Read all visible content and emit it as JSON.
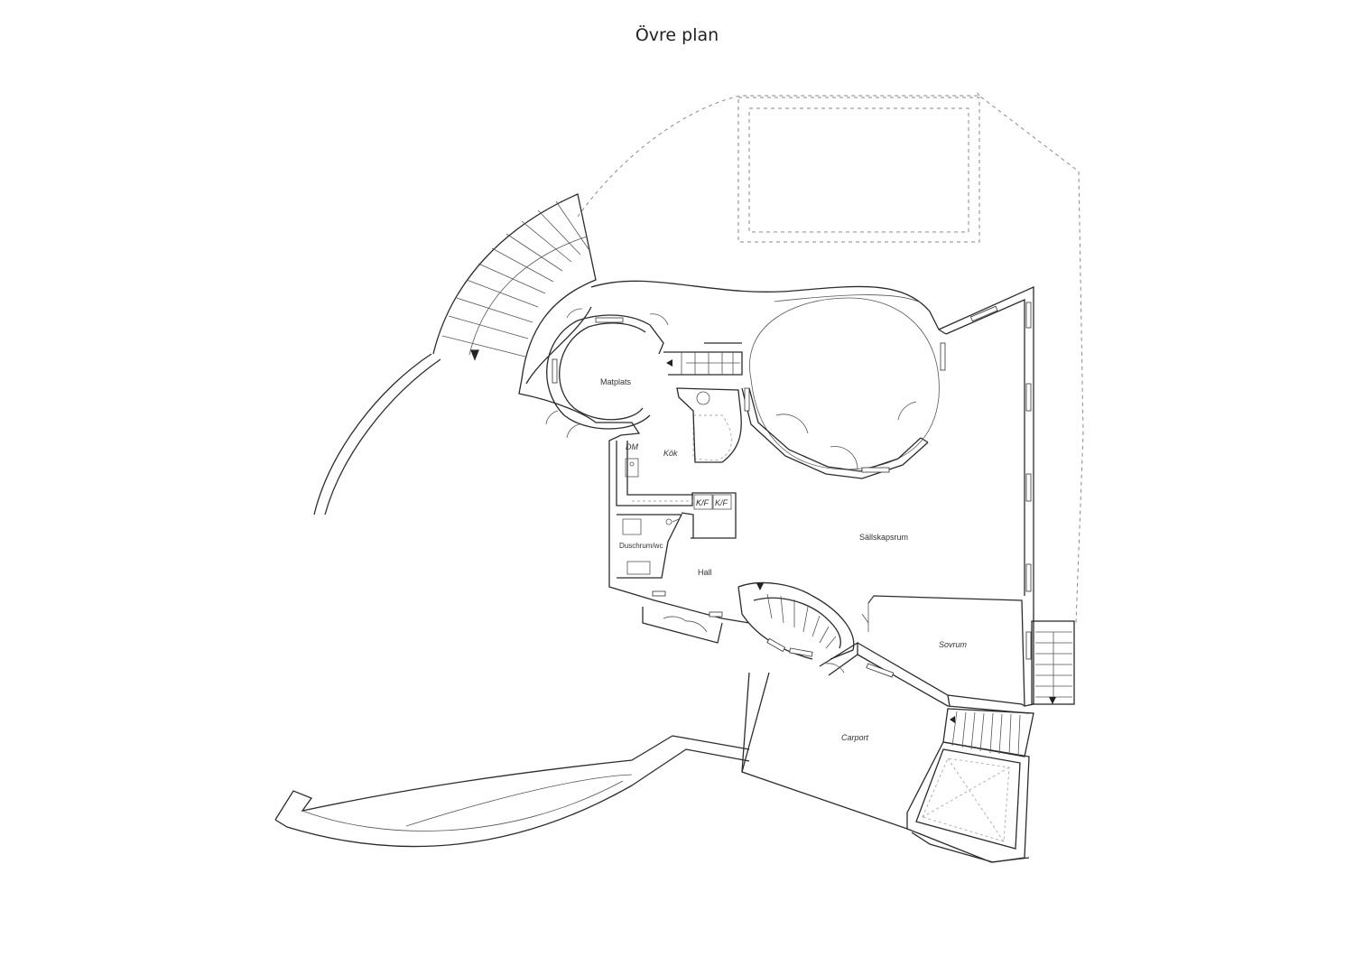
{
  "title": "Övre plan",
  "rooms": {
    "matplats": "Matplats",
    "kok": "Kök",
    "dm": "DM",
    "kf1": "K/F",
    "kf2": "K/F",
    "duschrum": "Duschrum/wc",
    "hall": "Hall",
    "sallskapsrum": "Sällskapsrum",
    "sovrum": "Sovrum",
    "carport": "Carport"
  }
}
